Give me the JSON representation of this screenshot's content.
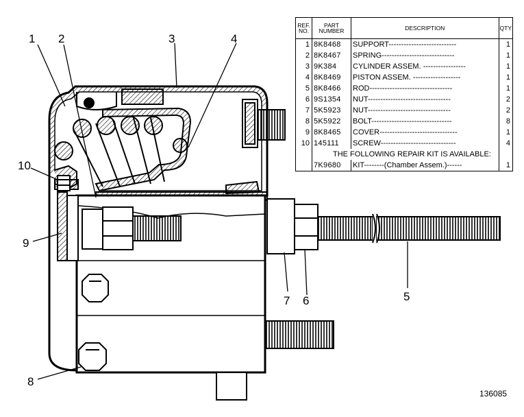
{
  "parts_table": {
    "headers": {
      "ref_no": "REF. NO.",
      "part_number": "PART NUMBER",
      "description": "DESCRIPTION",
      "qty": "QTY"
    },
    "rows": [
      {
        "ref": "1",
        "part": "8K8468",
        "desc": "SUPPORT---------------------------",
        "qty": "1"
      },
      {
        "ref": "2",
        "part": "8K8467",
        "desc": "SPRING-----------------------------",
        "qty": "1"
      },
      {
        "ref": "3",
        "part": "9K384",
        "desc": "CYLINDER ASSEM. -----------------",
        "qty": "1"
      },
      {
        "ref": "4",
        "part": "8K8469",
        "desc": "PISTON ASSEM. -------------------",
        "qty": "1"
      },
      {
        "ref": "5",
        "part": "8K8466",
        "desc": "ROD---------------------------------",
        "qty": "1"
      },
      {
        "ref": "6",
        "part": "9S1354",
        "desc": "NUT---------------------------------",
        "qty": "2"
      },
      {
        "ref": "7",
        "part": "5K5923",
        "desc": "NUT---------------------------------",
        "qty": "2"
      },
      {
        "ref": "8",
        "part": "5K5922",
        "desc": "BOLT--------------------------------",
        "qty": "8"
      },
      {
        "ref": "9",
        "part": "8K8465",
        "desc": "COVER-------------------------------",
        "qty": "1"
      },
      {
        "ref": "10",
        "part": "145111",
        "desc": "SCREW------------------------------",
        "qty": "4"
      }
    ],
    "note": "THE FOLLOWING REPAIR KIT IS AVAILABLE:",
    "kit": {
      "ref": "",
      "part": "7K9680",
      "desc": "KIT--------(Chamber Assem.)------",
      "qty": "1"
    }
  },
  "callouts": [
    "1",
    "2",
    "3",
    "4",
    "10",
    "9",
    "7",
    "6",
    "5",
    "8"
  ],
  "figure_number": "136085"
}
